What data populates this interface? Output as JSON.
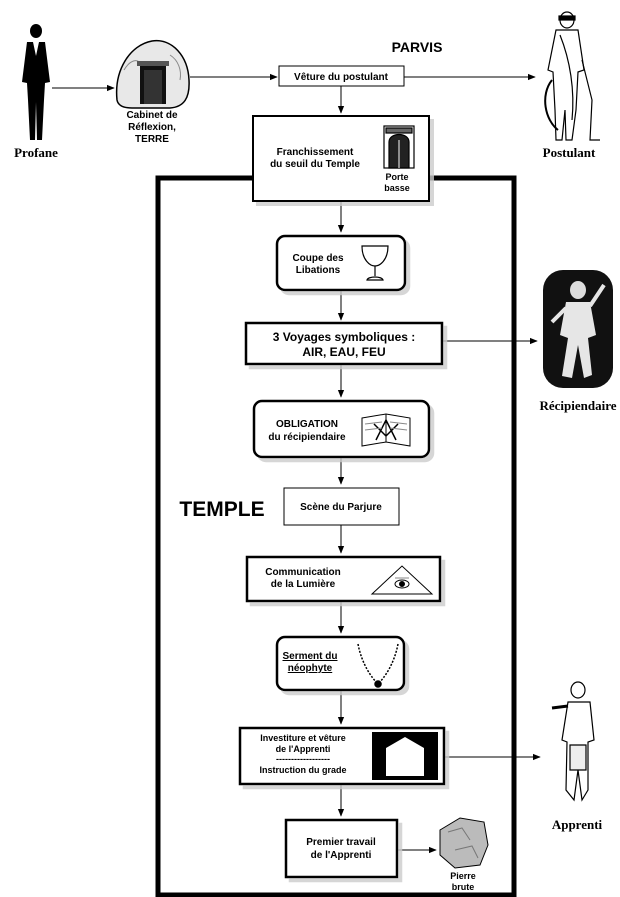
{
  "titles": {
    "parvis": "PARVIS",
    "temple": "TEMPLE"
  },
  "figures": {
    "profane": "Profane",
    "postulant": "Postulant",
    "recipiendaire": "Récipiendaire",
    "apprenti": "Apprenti"
  },
  "cabinet": {
    "line1": "Cabinet de",
    "line2": "Réflexion,",
    "line3": "TERRE"
  },
  "steps": {
    "veture": "Vêture du postulant",
    "seuil_line1": "Franchissement",
    "seuil_line2": "du seuil du Temple",
    "porte_line1": "Porte",
    "porte_line2": "basse",
    "coupe_line1": "Coupe des",
    "coupe_line2": "Libations",
    "voyages_line1": "3 Voyages symboliques  :",
    "voyages_line2": "AIR, EAU, FEU",
    "obligation_line1": "OBLIGATION",
    "obligation_line2": "du récipiendaire",
    "parjure": "Scène du Parjure",
    "lumiere_line1": "Communication",
    "lumiere_line2": "de la Lumière",
    "serment_line1": "Serment du",
    "serment_line2": "néophyte",
    "investiture_line1": "Investiture et vêture",
    "investiture_line2": "de l'Apprenti",
    "investiture_sep": "------------------",
    "investiture_line3": "Instruction du grade",
    "travail_line1": "Premier travail",
    "travail_line2": "de l'Apprenti",
    "pierre_line1": "Pierre",
    "pierre_line2": "brute"
  },
  "icons": {
    "cabinet": "cave-door-icon",
    "porte": "arched-door-icon",
    "coupe": "chalice-icon",
    "obligation": "open-book-compass-square-icon",
    "lumiere": "all-seeing-eye-triangle-icon",
    "serment": "necklace-icon",
    "investiture": "apron-icon",
    "pierre": "rough-stone-icon"
  },
  "colors": {
    "line": "#000000",
    "background": "#ffffff"
  }
}
